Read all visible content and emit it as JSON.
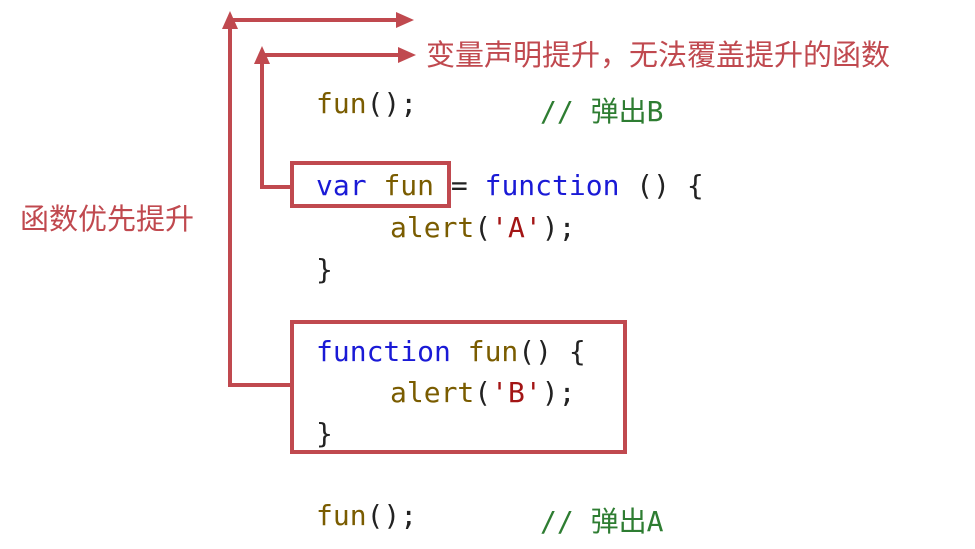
{
  "annotations": {
    "top_note": "变量声明提升，无法覆盖提升的函数",
    "left_note": "函数优先提升"
  },
  "code": {
    "line1": {
      "fn": "fun",
      "punc": "();",
      "comment": "// 弹出B"
    },
    "line2": {
      "kw_var": "var",
      "name": "fun",
      "eq": " = ",
      "kw_function": "function",
      "tail": " () {"
    },
    "line3": {
      "fn": "alert",
      "open": "(",
      "str": "'A'",
      "close": ");"
    },
    "line4": {
      "brace": "}"
    },
    "line5": {
      "kw_function": "function",
      "name": "fun",
      "tail": "() {"
    },
    "line6": {
      "fn": "alert",
      "open": "(",
      "str": "'B'",
      "close": ");"
    },
    "line7": {
      "brace": "}"
    },
    "line8": {
      "fn": "fun",
      "punc": "();",
      "comment": "// 弹出A"
    }
  },
  "colors": {
    "annotation_red": "#c0494f",
    "keyword_blue": "#1a1ad6",
    "identifier_brown": "#7a5c00",
    "string_red": "#a31515",
    "comment_green": "#2e7d32"
  }
}
